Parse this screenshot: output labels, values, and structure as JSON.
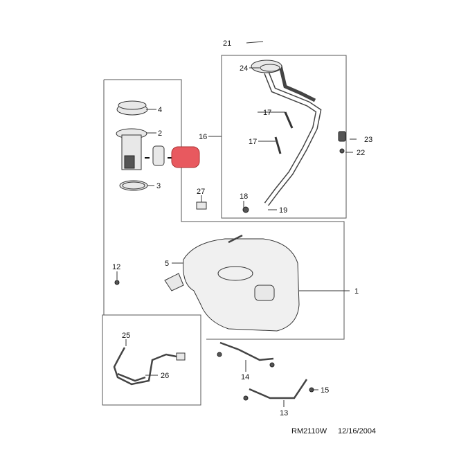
{
  "callouts": {
    "c21": "21",
    "c24": "24",
    "c4": "4",
    "c2": "2",
    "c16": "16",
    "c17a": "17",
    "c17b": "17",
    "c23": "23",
    "c22": "22",
    "c3": "3",
    "c27": "27",
    "c18": "18",
    "c19": "19",
    "c5": "5",
    "c12": "12",
    "c1": "1",
    "c25": "25",
    "c26": "26",
    "c14": "14",
    "c15": "15",
    "c13": "13"
  },
  "highlight": {
    "color": "#e8595f"
  },
  "footer": {
    "code": "RM2110W",
    "date": "12/16/2004"
  }
}
